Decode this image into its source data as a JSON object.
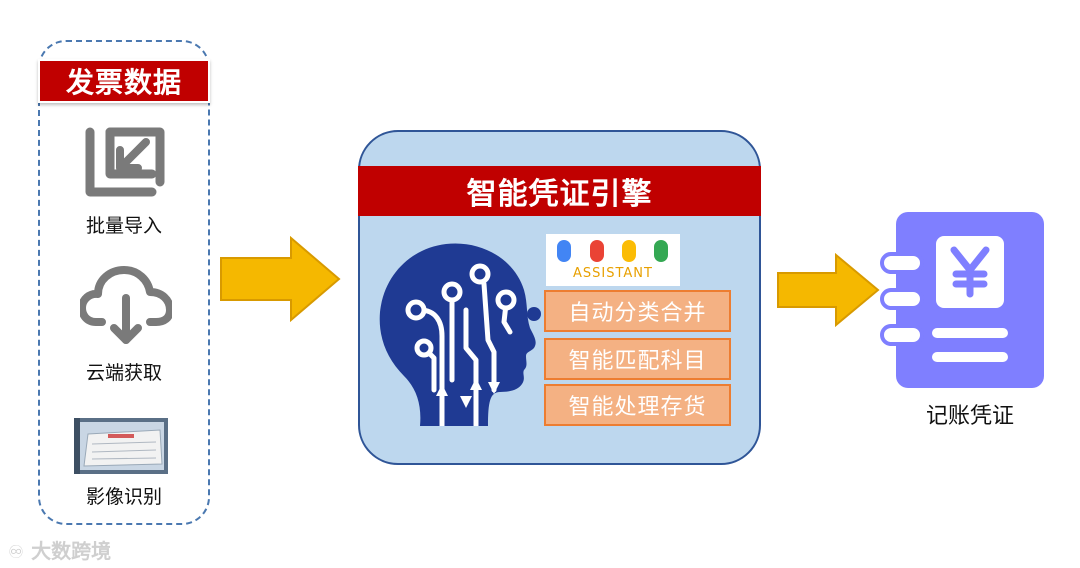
{
  "left_panel": {
    "title": "发票数据",
    "sources": [
      {
        "label": "批量导入",
        "icon": "import-icon"
      },
      {
        "label": "云端获取",
        "icon": "cloud-download-icon"
      },
      {
        "label": "影像识别",
        "icon": "scanned-image-icon"
      }
    ]
  },
  "engine": {
    "title": "智能凭证引擎",
    "badge_text": "ASSISTANT",
    "features": [
      "自动分类合并",
      "智能匹配科目",
      "智能处理存货"
    ],
    "icon": "ai-head-circuit-icon"
  },
  "output": {
    "label": "记账凭证",
    "icon": "voucher-yen-notebook-icon"
  },
  "watermark": "大数跨境",
  "colors": {
    "title_red": "#c00000",
    "arrow_gold": "#f5b800",
    "engine_bg": "#bdd7ee",
    "feature_orange": "#f4b183",
    "head_navy": "#1f3a93",
    "notebook_purple": "#7f7fff"
  }
}
